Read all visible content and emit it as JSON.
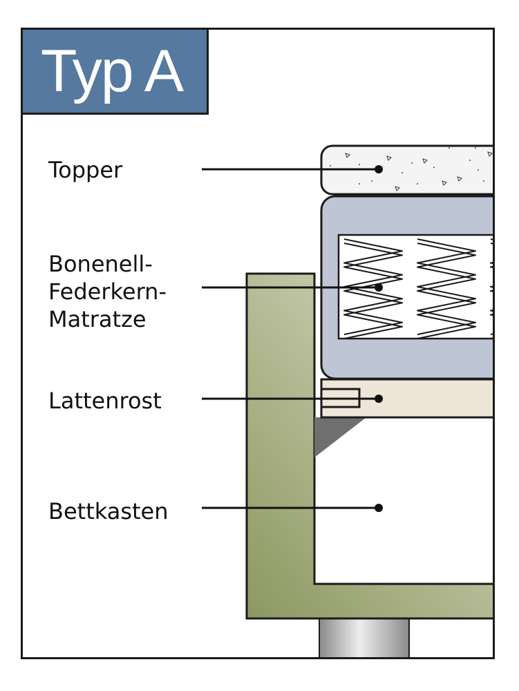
{
  "title": "Typ A",
  "labels": {
    "topper": "Topper",
    "matratze": "Bonenell-\nFederkern-\nMatratze",
    "lattenrost": "Lattenrost",
    "bettkasten": "Bettkasten"
  },
  "colors": {
    "title_bg": "#55799f",
    "mattress": "#bec5d5",
    "slat": "#ede6d9",
    "frame_dark": "#8c9860",
    "frame_light": "#e3e2d2",
    "support": "#6f6f6f",
    "foot": "#c2c2c2"
  }
}
